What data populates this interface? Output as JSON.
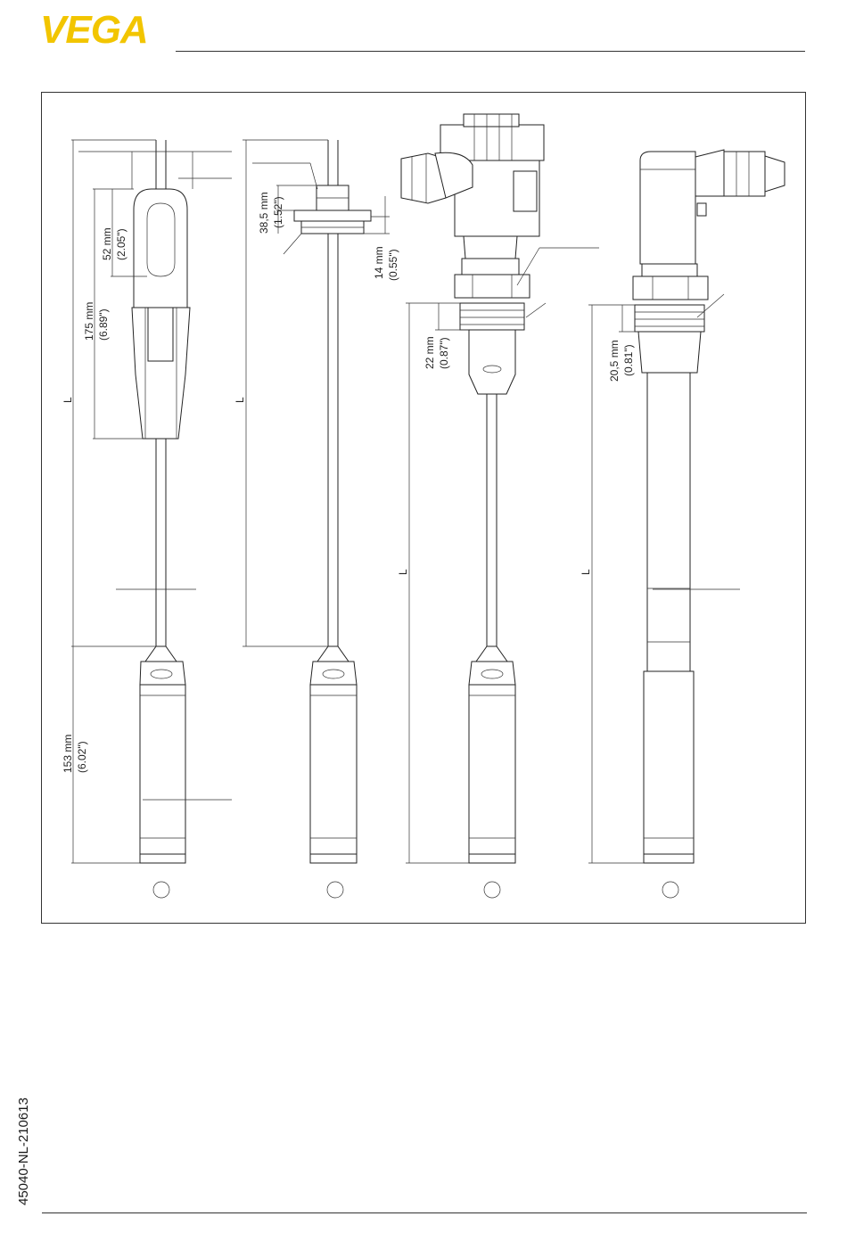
{
  "brand": {
    "logo_text": "VEGA",
    "logo_color": "#f2c500"
  },
  "document": {
    "id": "45040-NL-210613"
  },
  "drawing": {
    "dimensions": {
      "d175_mm": "175 mm",
      "d175_in": "(6.89\")",
      "d52_mm": "52 mm",
      "d52_in": "(2.05\")",
      "d153_mm": "153 mm",
      "d153_in": "(6.02\")",
      "d38_mm": "38,5 mm",
      "d38_in": "(1.52\")",
      "d14_mm": "14 mm",
      "d14_in": "(0.55\")",
      "d22_mm": "22 mm",
      "d22_in": "(0.87\")",
      "d20_mm": "20,5 mm",
      "d20_in": "(0.81\")",
      "length_label": "L"
    }
  }
}
